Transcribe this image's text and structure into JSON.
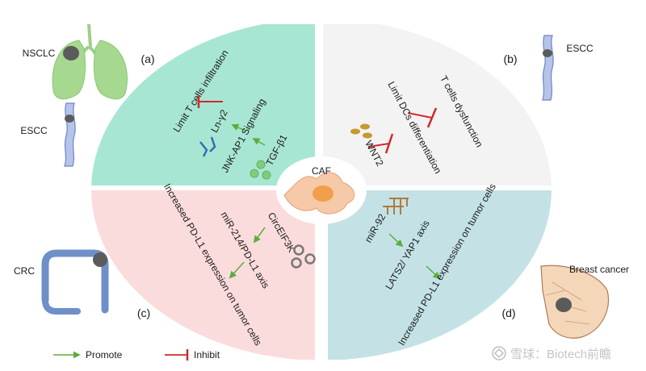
{
  "center": {
    "label": "CAF"
  },
  "quadrants": {
    "a": {
      "tag": "(a)",
      "outcome": "Limit T cells infiltration",
      "molecule": "Ln-γ2",
      "pathway": "JNK-AP1 Signaling",
      "factor": "TGF-β1"
    },
    "b": {
      "tag": "(b)",
      "outcome": "T cells dysfunction",
      "outcome2": "Limit DCs differentiation",
      "factor": "WNT2"
    },
    "c": {
      "tag": "(c)",
      "factor": "CircEIF3K",
      "pathway": "miR-214/PD-L1 axis",
      "outcome": "Increased PD-L1 expression on tumor cells"
    },
    "d": {
      "tag": "(d)",
      "factor": "miR-92",
      "pathway": "LATS2/ YAP1 axis",
      "outcome": "Increased PD-L1 expression on tumor cells"
    }
  },
  "organs": {
    "nsclc": "NSCLC",
    "escc_left": "ESCC",
    "escc_right": "ESCC",
    "crc": "CRC",
    "breast": "Breast cancer"
  },
  "legend": {
    "promote": "Promote",
    "inhibit": "Inhibit"
  },
  "watermark": "雪球：Biotech前瞻",
  "colors": {
    "teal": "#a8e6d4",
    "grey": "#f3f3f3",
    "pink": "#fbdcdc",
    "blue": "#c4e2e6",
    "promote": "#5aae3c",
    "inhibit": "#d02a2a"
  }
}
